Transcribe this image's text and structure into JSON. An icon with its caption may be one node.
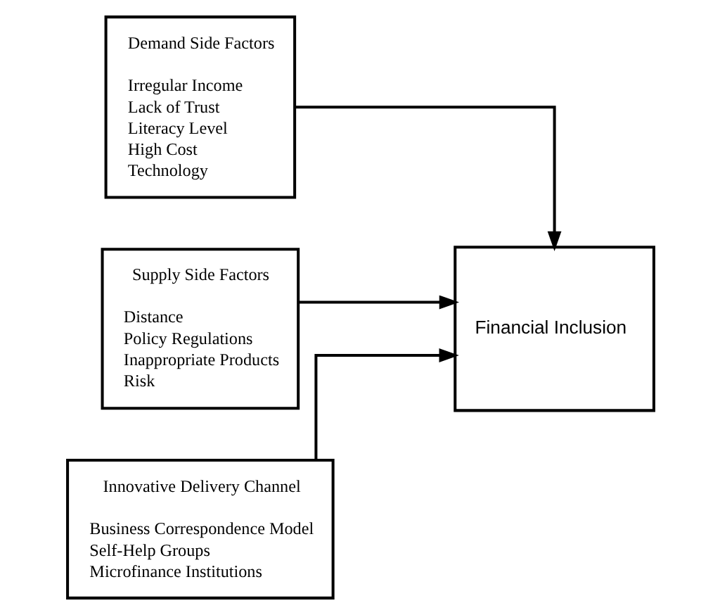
{
  "diagram": {
    "nodes": [
      {
        "text": [
          "Demand Side Factors",
          "Irregular Income",
          "Lack of Trust",
          "Literacy Level",
          "High Cost",
          "Technology"
        ]
      },
      {
        "text": [
          "Supply Side Factors",
          "Distance",
          "Policy Regulations",
          "Inappropriate Products",
          "Risk"
        ]
      },
      {
        "text": [
          "Financial Inclusion"
        ]
      },
      {
        "text": [
          "Innovative Delivery Channel",
          "Business Correspondence Model",
          "Self-Help Groups",
          "Microfinance Institutions"
        ]
      }
    ],
    "edges": [
      {
        "from": 0,
        "to": 2,
        "arrow": "to"
      },
      {
        "from": 1,
        "to": 2,
        "arrow": "to"
      },
      {
        "from": 3,
        "to": 2,
        "arrow": "to"
      }
    ]
  }
}
